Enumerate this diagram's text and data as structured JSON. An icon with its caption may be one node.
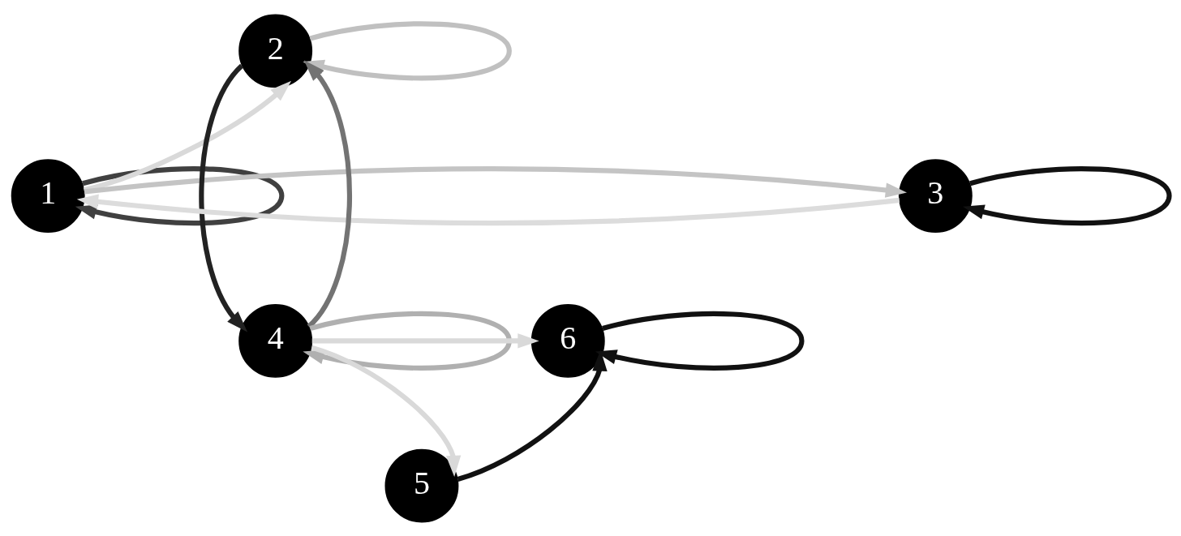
{
  "diagram": {
    "nodes": [
      {
        "text": [
          "1"
        ]
      },
      {
        "text": [
          "2"
        ]
      },
      {
        "text": [
          "3"
        ]
      },
      {
        "text": [
          "4"
        ]
      },
      {
        "text": [
          "5"
        ]
      },
      {
        "text": [
          "6"
        ]
      }
    ],
    "edges": [
      {
        "from": 0,
        "to": 0,
        "arrow": "to",
        "color": "#404040"
      },
      {
        "from": 1,
        "to": 1,
        "arrow": "to",
        "color": "#c0c0c0"
      },
      {
        "from": 2,
        "to": 2,
        "arrow": "to",
        "color": "#111111"
      },
      {
        "from": 0,
        "to": 1,
        "arrow": "to",
        "color": "#d9d9d9"
      },
      {
        "from": 2,
        "to": 0,
        "arrow": "to",
        "color": "#dcdcdc"
      },
      {
        "from": 0,
        "to": 2,
        "arrow": "to",
        "color": "#c4c4c4"
      },
      {
        "from": 1,
        "to": 3,
        "arrow": "to",
        "color": "#222222"
      },
      {
        "from": 3,
        "to": 1,
        "arrow": "to",
        "color": "#737373"
      },
      {
        "from": 3,
        "to": 5,
        "arrow": "to",
        "color": "#d9d9d9"
      },
      {
        "from": 3,
        "to": 4,
        "arrow": "to",
        "color": "#d9d9d9"
      },
      {
        "from": 3,
        "to": 3,
        "arrow": "to",
        "color": "#b0b0b0"
      },
      {
        "from": 4,
        "to": 5,
        "arrow": "to",
        "color": "#111111"
      },
      {
        "from": 5,
        "to": 5,
        "arrow": "to",
        "color": "#111111"
      }
    ]
  }
}
